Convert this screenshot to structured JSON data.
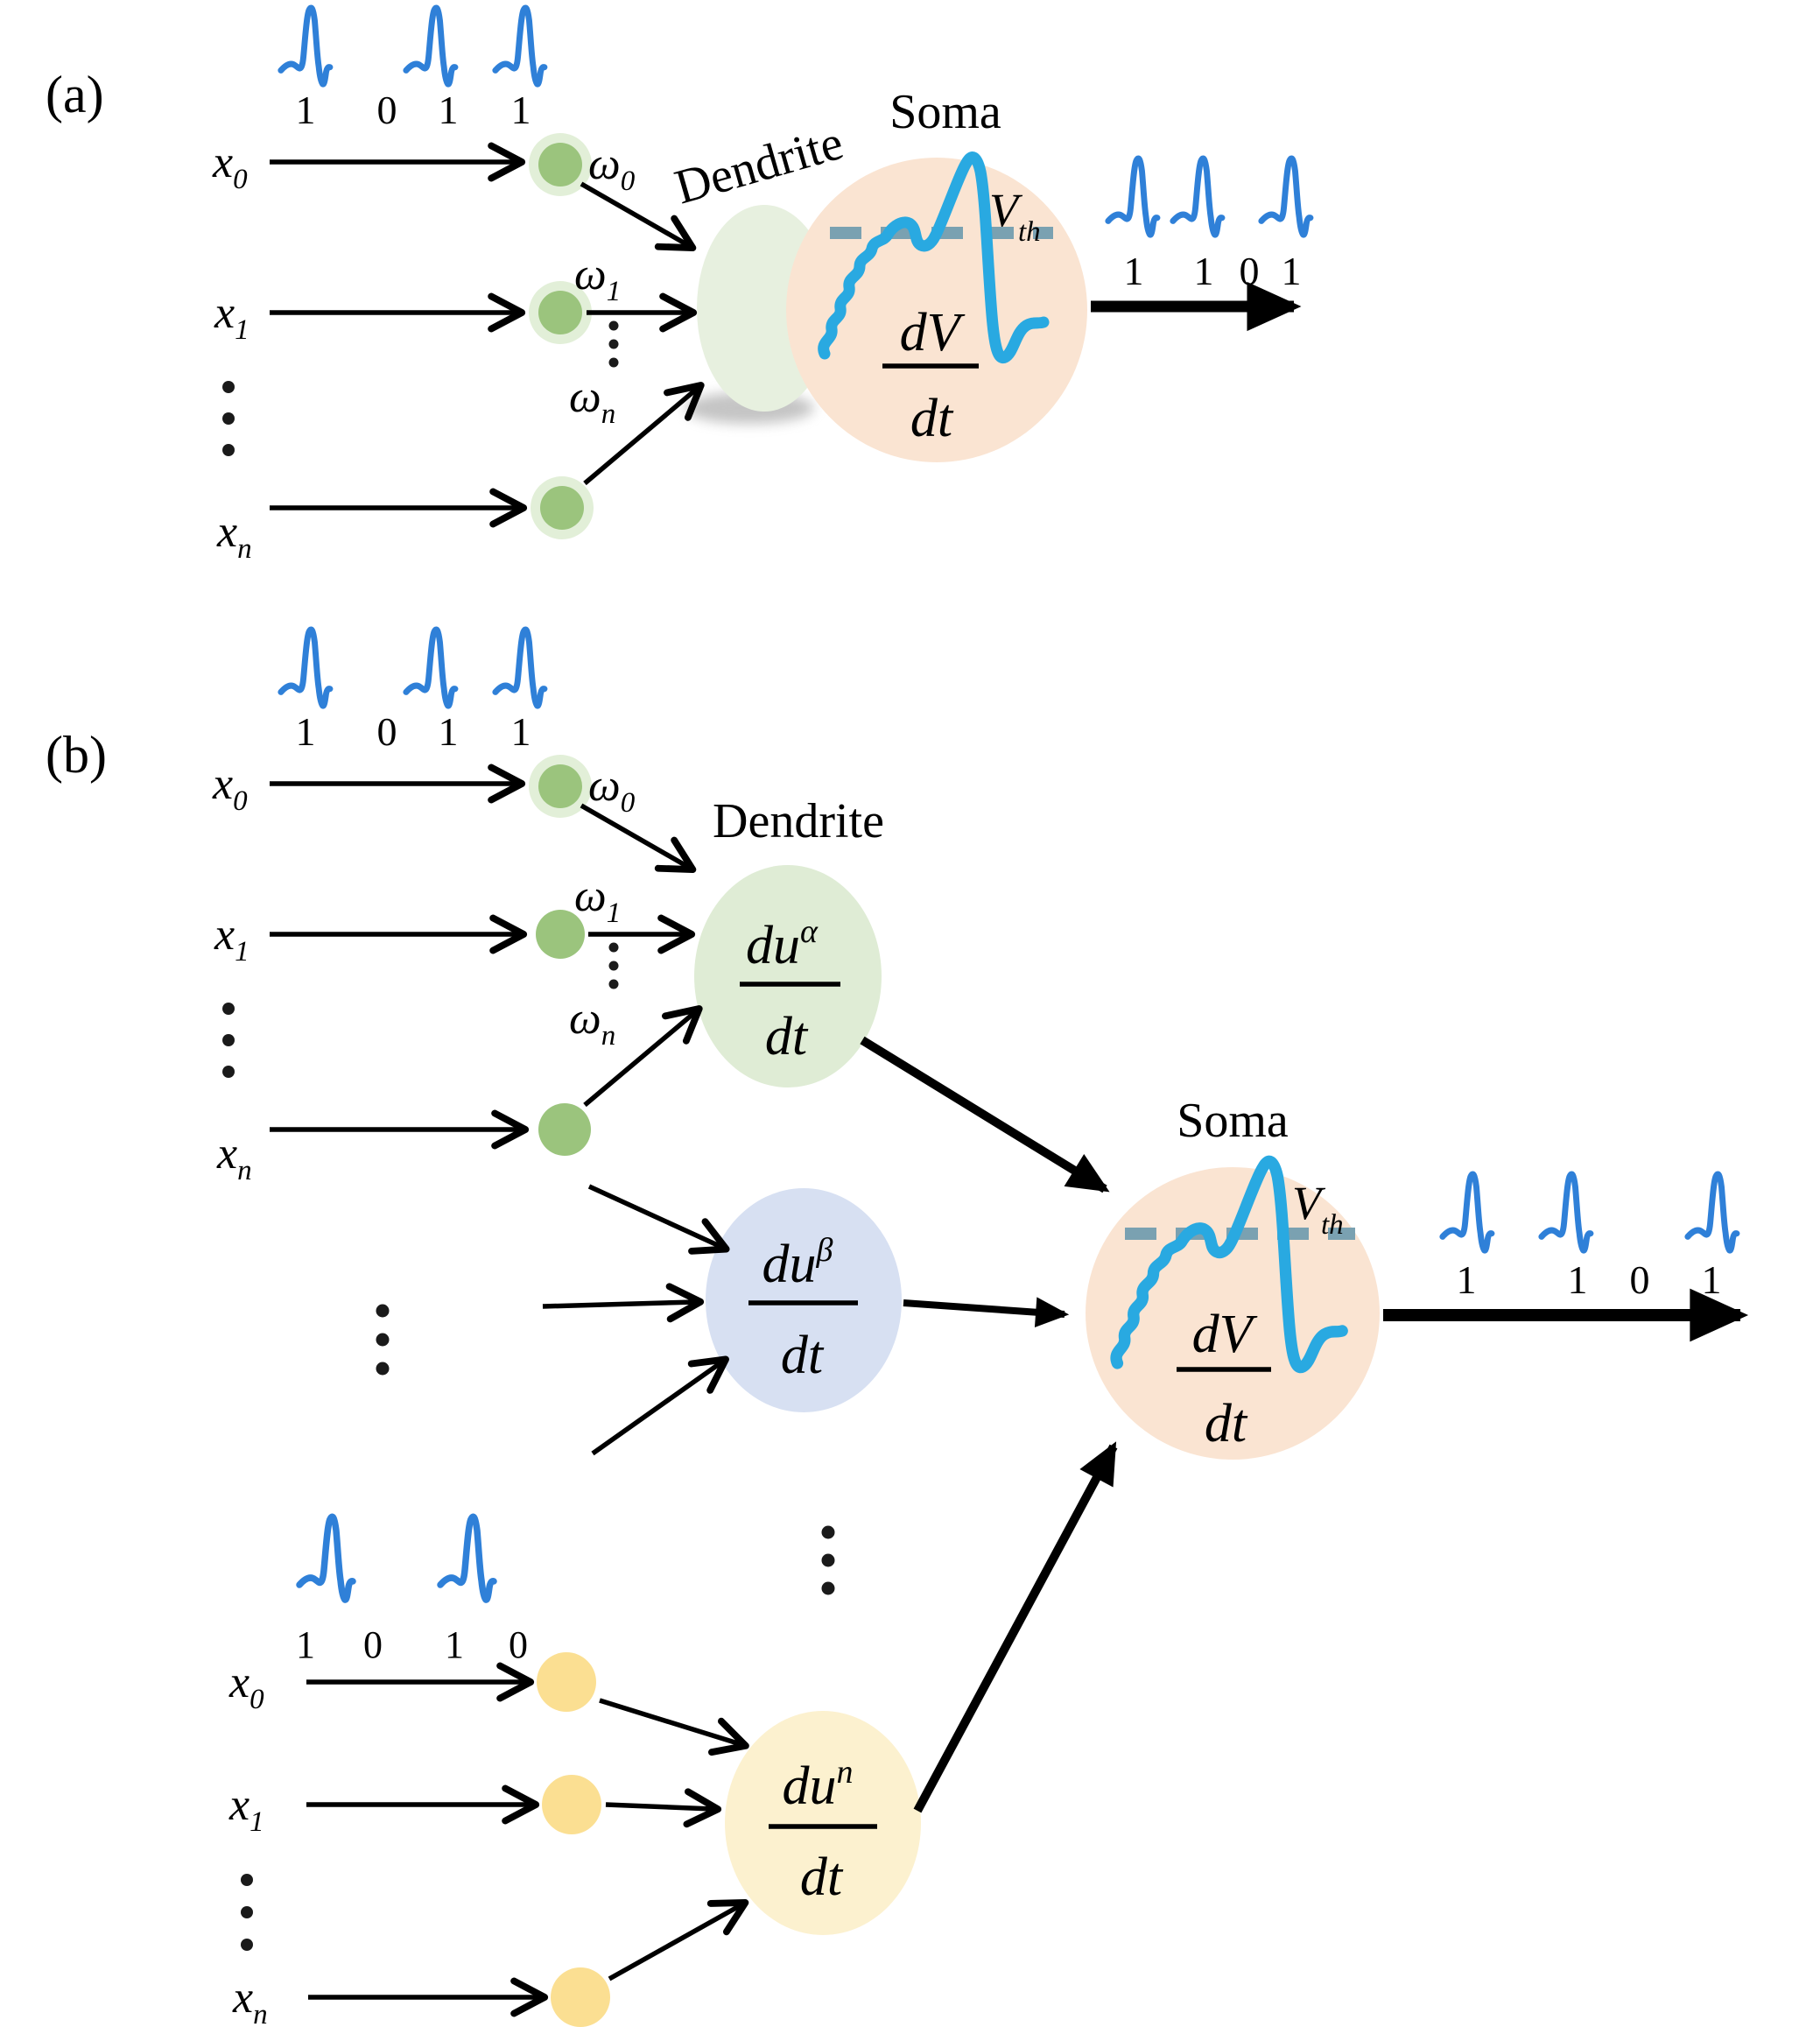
{
  "figure": {
    "panel_a": {
      "tag": "(a)",
      "input_bits": [
        "1",
        "0",
        "1",
        "1"
      ],
      "inputs": [
        {
          "base": "x",
          "sub": "0"
        },
        {
          "base": "x",
          "sub": "1"
        },
        {
          "base": "x",
          "sub": "n"
        }
      ],
      "weights": [
        {
          "base": "ω",
          "sub": "0"
        },
        {
          "base": "ω",
          "sub": "1"
        },
        {
          "base": "ω",
          "sub": "n"
        }
      ],
      "dendrite_label": "Dendrite",
      "soma_label": "Soma",
      "threshold": {
        "base": "V",
        "sub": "th"
      },
      "equation": {
        "num": "dV",
        "den": "dt"
      },
      "output_bits": [
        "1",
        "1",
        "0",
        "1"
      ]
    },
    "panel_b": {
      "tag": "(b)",
      "input_bits_top": [
        "1",
        "0",
        "1",
        "1"
      ],
      "input_bits_bottom": [
        "1",
        "0",
        "1",
        "0"
      ],
      "inputs_top": [
        {
          "base": "x",
          "sub": "0"
        },
        {
          "base": "x",
          "sub": "1"
        },
        {
          "base": "x",
          "sub": "n"
        }
      ],
      "inputs_bottom": [
        {
          "base": "x",
          "sub": "0"
        },
        {
          "base": "x",
          "sub": "1"
        },
        {
          "base": "x",
          "sub": "n"
        }
      ],
      "weights": [
        {
          "base": "ω",
          "sub": "0"
        },
        {
          "base": "ω",
          "sub": "1"
        },
        {
          "base": "ω",
          "sub": "n"
        }
      ],
      "dendrite_label": "Dendrite",
      "soma_label": "Soma",
      "threshold": {
        "base": "V",
        "sub": "th"
      },
      "branches": [
        {
          "num_base": "du",
          "num_sup": "α",
          "den": "dt"
        },
        {
          "num_base": "du",
          "num_sup": "β",
          "den": "dt"
        },
        {
          "num_base": "du",
          "num_sup": "n",
          "den": "dt"
        }
      ],
      "equation": {
        "num": "dV",
        "den": "dt"
      },
      "output_bits": [
        "1",
        "1",
        "0",
        "1"
      ]
    },
    "colors": {
      "spike_blue": "#2f80d8",
      "trace_blue": "#29a9e1",
      "threshold_dash": "#7aa1b1",
      "synapse_green": "#9bc47d",
      "synapse_green_halo": "#e2efd8",
      "dendrite_green": "#e7f0df",
      "branch_alpha_green": "#dfecd5",
      "branch_beta_blue": "#d7e0f2",
      "branch_n_yellow": "#fcf1cf",
      "synapse_yellow": "#fbdf92",
      "soma_peach": "#fae4d2"
    }
  }
}
